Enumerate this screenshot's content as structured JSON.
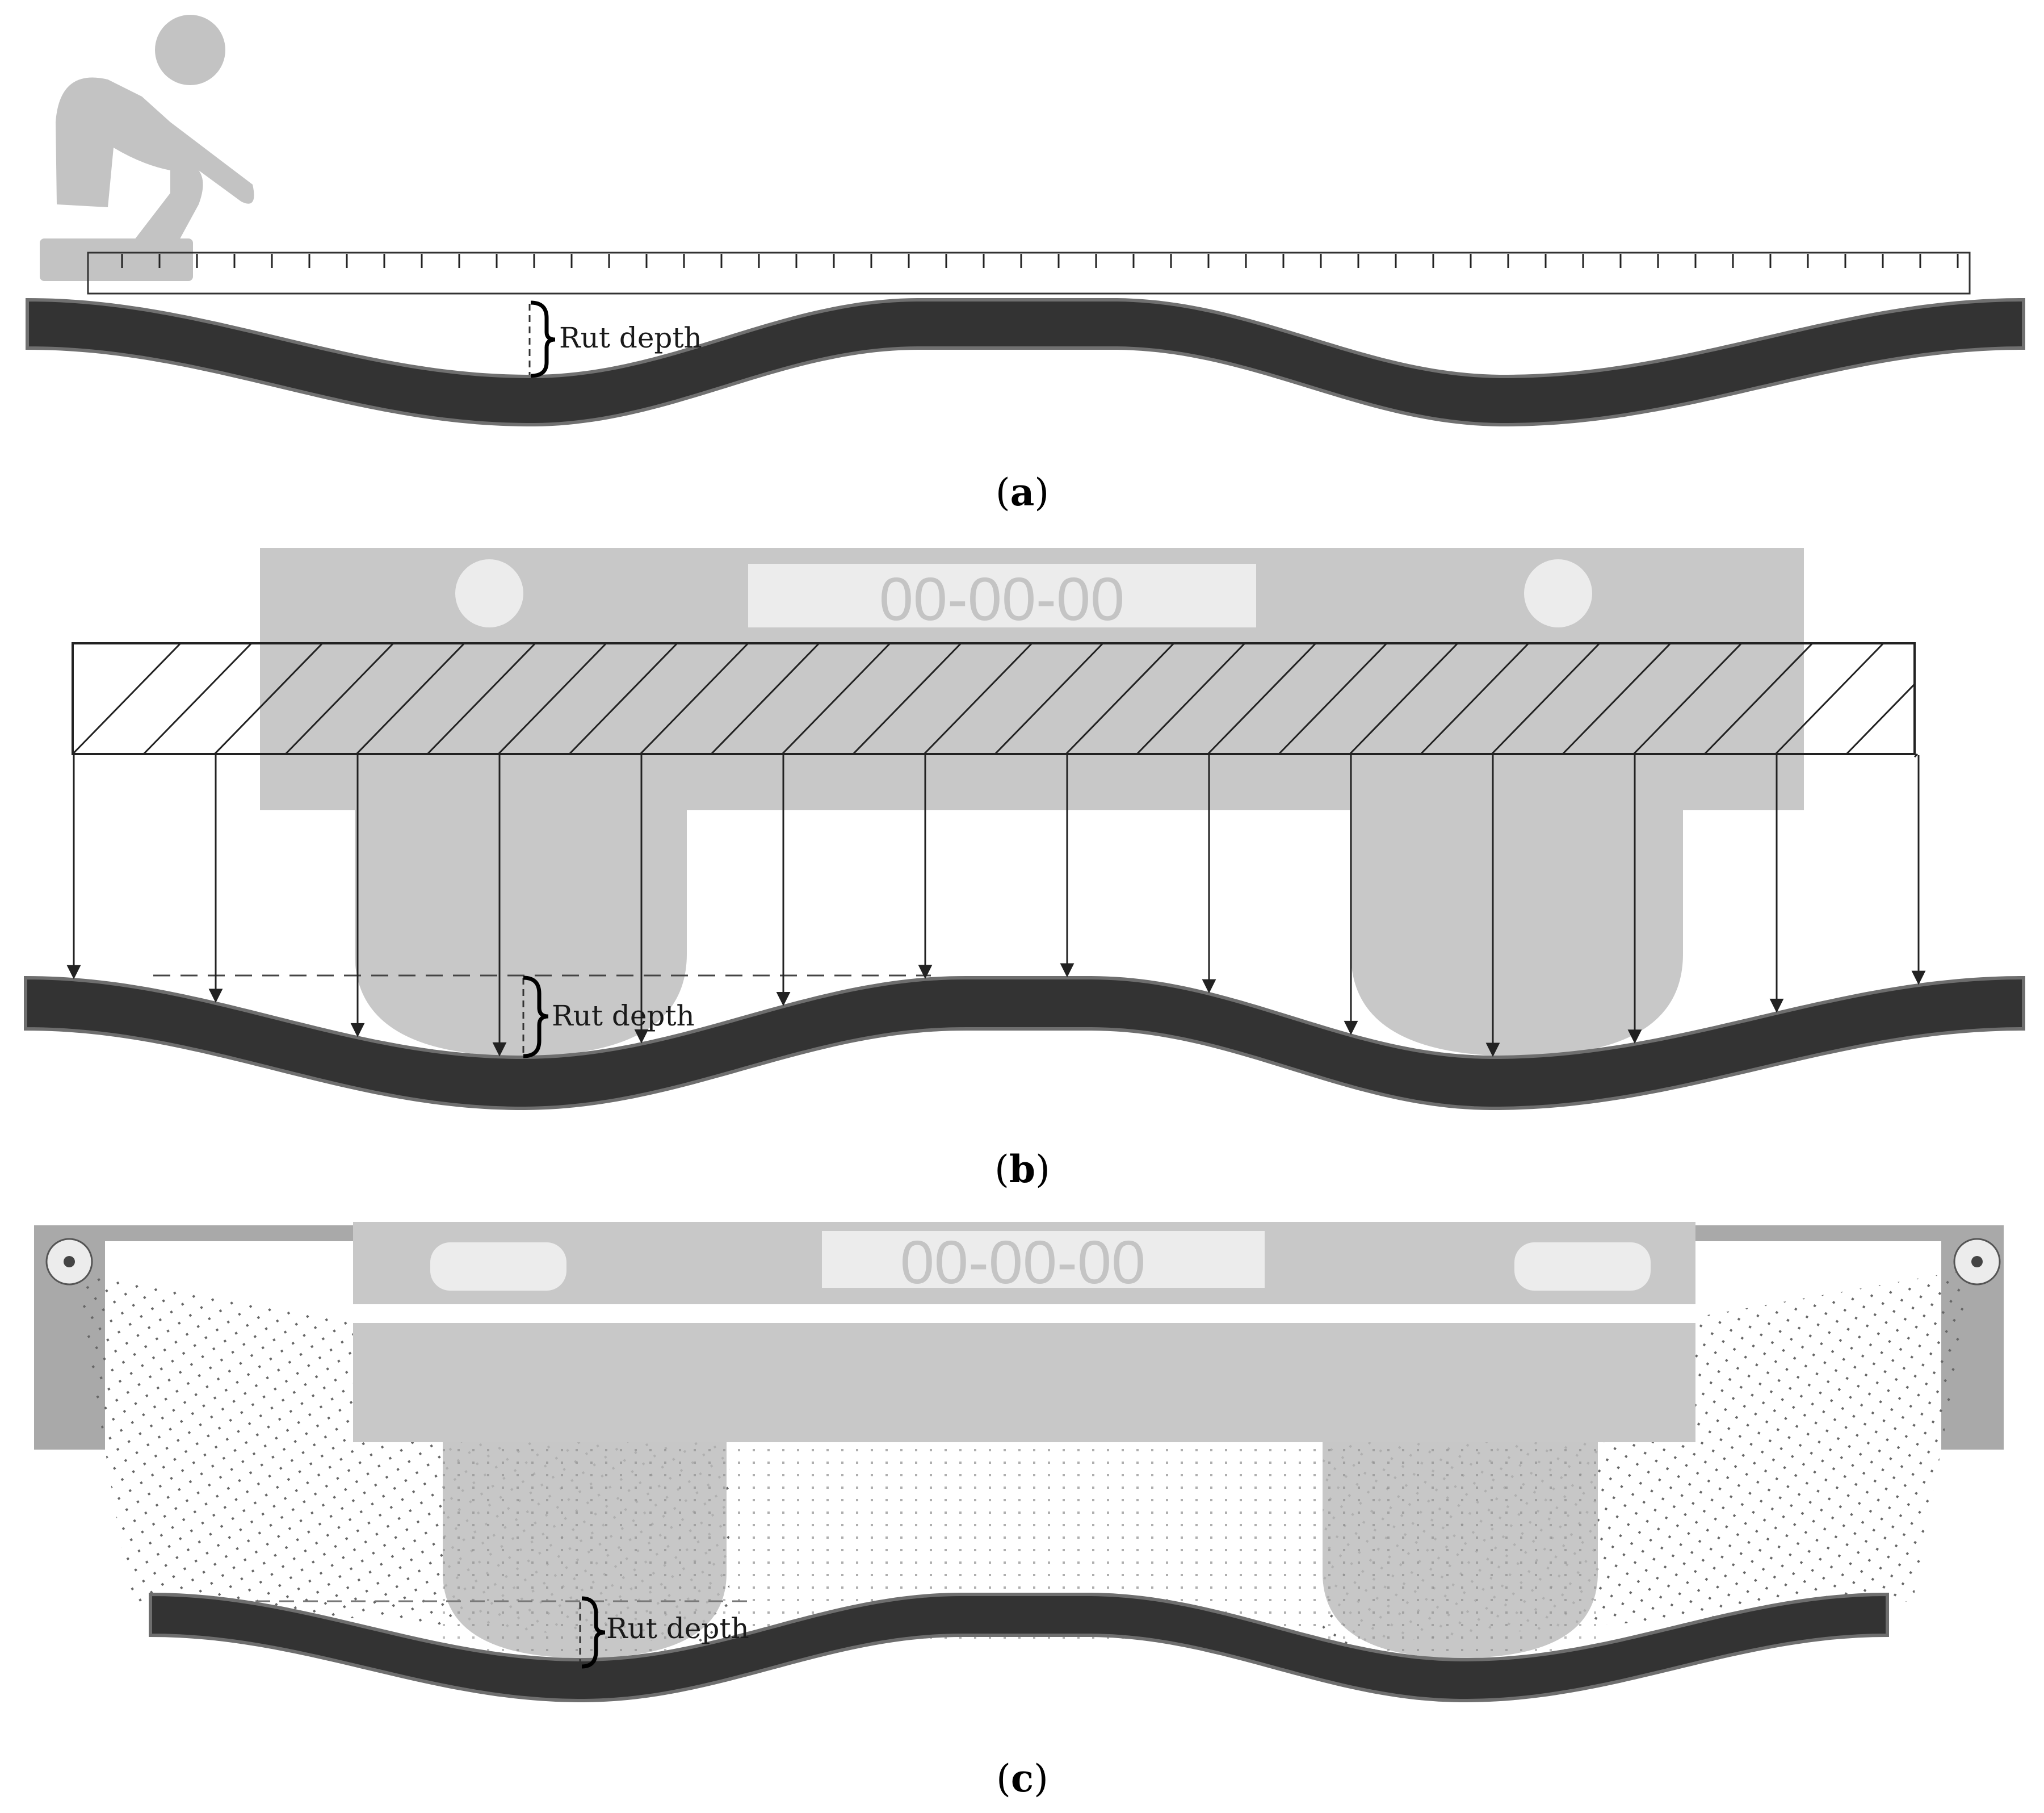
{
  "panels": [
    {
      "id": "a",
      "caption_letter": "a",
      "rut_label": "Rut depth"
    },
    {
      "id": "b",
      "caption_letter": "b",
      "rut_label": "Rut depth",
      "display_text": "00-00-00"
    },
    {
      "id": "c",
      "caption_letter": "c",
      "rut_label": "Rut depth",
      "display_text": "00-00-00"
    }
  ],
  "colors": {
    "road": "#333333",
    "road_edge": "#6e6e6e",
    "device": "#c8c8c8",
    "display": "#ececec",
    "person": "#c3c3c3",
    "line": "#222222"
  },
  "icons": {
    "operator": "person-icon",
    "laser_sensor": "laser-sensor-icon"
  }
}
